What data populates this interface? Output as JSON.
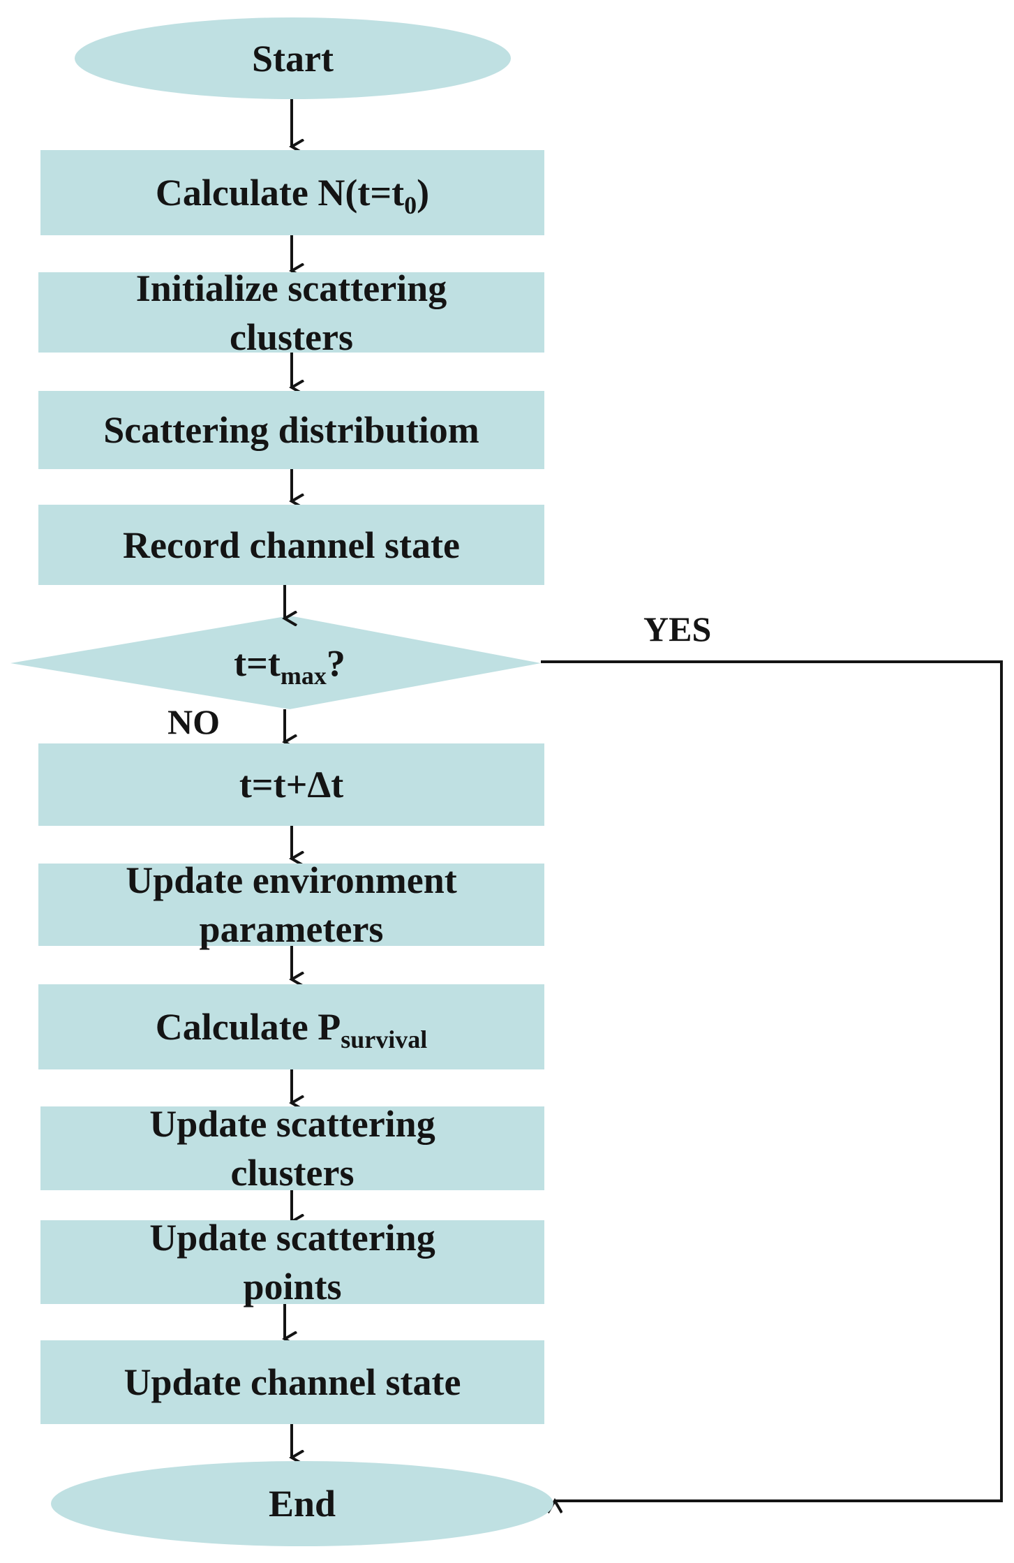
{
  "nodes": {
    "start": "Start",
    "calc_n": {
      "text": "Calculate N(t=t",
      "sub": "0",
      "suffix": ")"
    },
    "init_clusters": [
      "Initialize scattering",
      "clusters"
    ],
    "scatter_dist": "Scattering distributiom",
    "record_state": "Record channel state",
    "decision": {
      "text": "t=t",
      "sub": "max",
      "suffix": "?"
    },
    "increment": "t=t+Δt",
    "update_env": [
      "Update environment",
      "parameters"
    ],
    "calc_p": {
      "text": "Calculate P",
      "sub": "survival"
    },
    "update_clusters": [
      "Update scattering",
      "clusters"
    ],
    "update_points": [
      "Update scattering",
      "points"
    ],
    "update_state": "Update channel state",
    "end": "End"
  },
  "edge_labels": {
    "yes": "YES",
    "no": "NO"
  },
  "colors": {
    "node_fill": "#bfe0e2",
    "line": "#141414"
  }
}
